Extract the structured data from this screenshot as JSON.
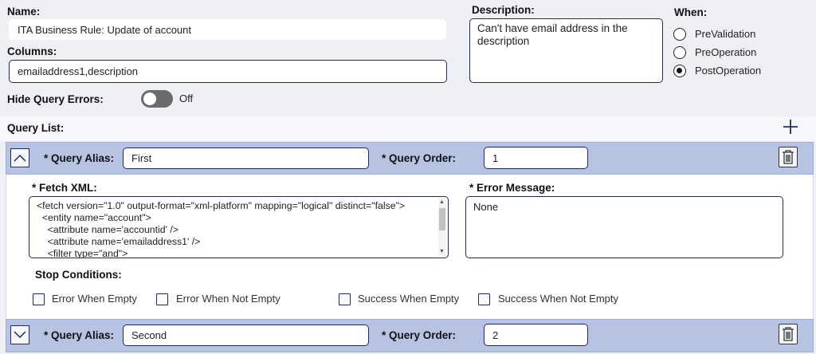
{
  "name": {
    "label": "Name:",
    "value": "ITA Business Rule: Update of account"
  },
  "columns": {
    "label": "Columns:",
    "value": "emailaddress1,description"
  },
  "hide_query_errors": {
    "label": "Hide Query Errors:",
    "state": "Off"
  },
  "description": {
    "label": "Description:",
    "value": "Can't have email address in the description"
  },
  "when": {
    "label": "When:",
    "options": [
      "PreValidation",
      "PreOperation",
      "PostOperation"
    ],
    "selected": "PostOperation"
  },
  "query_list": {
    "label": "Query List:",
    "add_icon": "plus-icon",
    "queries": [
      {
        "alias_label": "* Query Alias:",
        "alias": "First",
        "order_label": "* Query Order:",
        "order": "1",
        "expanded": true,
        "fetch_xml_label": "* Fetch XML:",
        "fetch_xml_lines": [
          "<fetch version=\"1.0\" output-format=\"xml-platform\" mapping=\"logical\" distinct=\"false\">",
          "  <entity name=\"account\">",
          "    <attribute name='accountid' />",
          "    <attribute name='emailaddress1' />",
          "    <filter type=\"and\">"
        ],
        "error_message_label": "* Error Message:",
        "error_message": "None",
        "stop_conditions_label": "Stop Conditions:",
        "stop_conditions": [
          "Error When Empty",
          "Error When Not Empty",
          "Success When Empty",
          "Success When Not Empty"
        ]
      },
      {
        "alias_label": "* Query Alias:",
        "alias": "Second",
        "order_label": "* Query Order:",
        "order": "2",
        "expanded": false
      }
    ]
  },
  "icons": {
    "collapse": "chevron-up-icon",
    "expand": "chevron-down-icon",
    "delete": "trash-icon"
  },
  "colors": {
    "accent": "#1f2a6b",
    "band": "#b6c3e3",
    "background": "#eef0f6"
  }
}
